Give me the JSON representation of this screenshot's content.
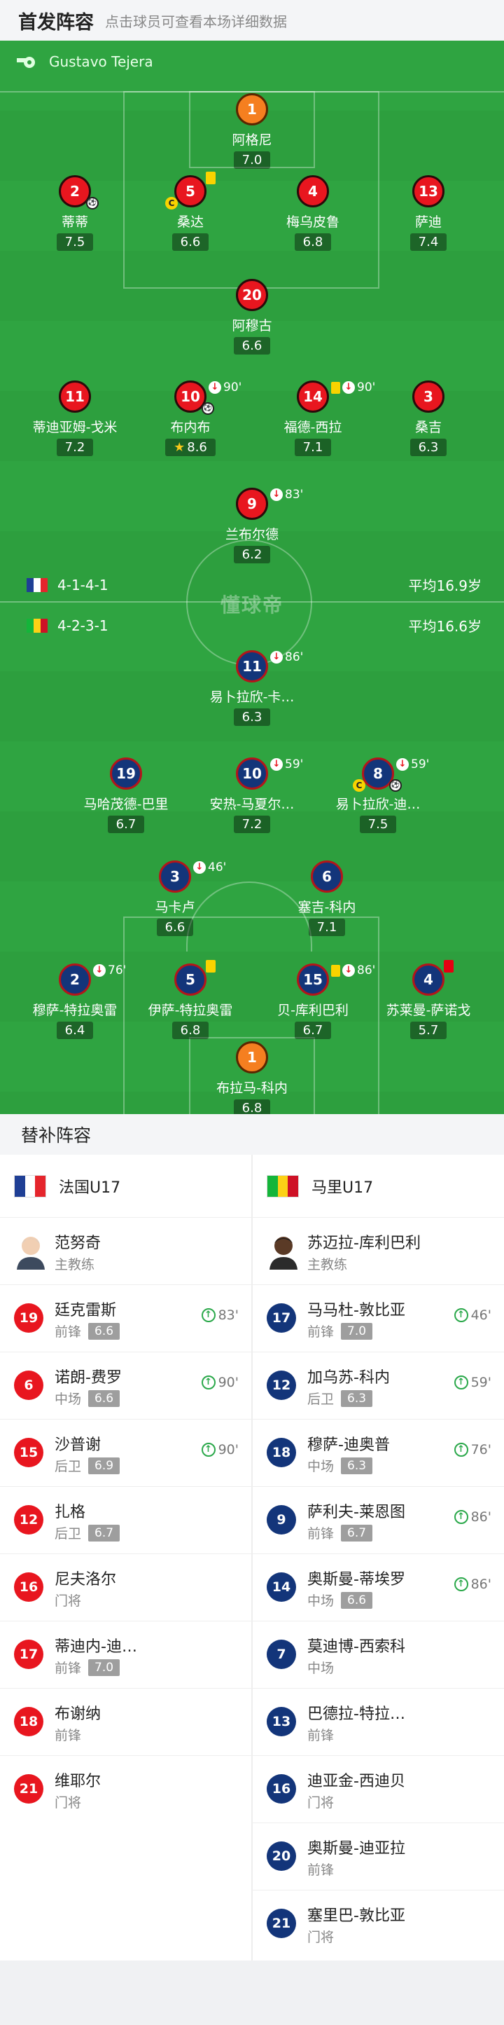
{
  "header": {
    "title": "首发阵容",
    "hint": "点击球员可查看本场详细数据"
  },
  "pitch": {
    "referee": "Gustavo Tejera",
    "watermark": "懂球帝",
    "home": {
      "formation": "4-1-4-1",
      "avg_age": "平均16.9岁",
      "flag": [
        "#1f3f95",
        "#ffffff",
        "#e5252c"
      ]
    },
    "away": {
      "formation": "4-2-3-1",
      "avg_age": "平均16.6岁",
      "flag": [
        "#14b53a",
        "#fcd116",
        "#ce1126"
      ]
    },
    "home_players": [
      {
        "num": "1",
        "name": "阿格尼",
        "rating": "7.0",
        "color": "orange"
      },
      {
        "num": "2",
        "name": "蒂蒂",
        "rating": "7.5",
        "color": "red"
      },
      {
        "num": "5",
        "name": "桑达",
        "rating": "6.6",
        "color": "red"
      },
      {
        "num": "4",
        "name": "梅乌皮鲁",
        "rating": "6.8",
        "color": "red"
      },
      {
        "num": "13",
        "name": "萨迪",
        "rating": "7.4",
        "color": "red"
      },
      {
        "num": "20",
        "name": "阿穆古",
        "rating": "6.6",
        "color": "red"
      },
      {
        "num": "11",
        "name": "蒂迪亚姆-戈米",
        "rating": "7.2",
        "color": "red"
      },
      {
        "num": "10",
        "name": "布内布",
        "rating": "8.6",
        "color": "red",
        "sub": "90'"
      },
      {
        "num": "14",
        "name": "福德-西拉",
        "rating": "7.1",
        "color": "red",
        "sub": "90'"
      },
      {
        "num": "3",
        "name": "桑吉",
        "rating": "6.3",
        "color": "red"
      },
      {
        "num": "9",
        "name": "兰布尔德",
        "rating": "6.2",
        "color": "red",
        "sub": "83'"
      }
    ],
    "away_players": [
      {
        "num": "11",
        "name": "易卜拉欣-卡…",
        "rating": "6.3",
        "sub": "86'"
      },
      {
        "num": "19",
        "name": "马哈茂德-巴里",
        "rating": "6.7"
      },
      {
        "num": "10",
        "name": "安热-马夏尔…",
        "rating": "7.2",
        "sub": "59'"
      },
      {
        "num": "8",
        "name": "易卜拉欣-迪…",
        "rating": "7.5",
        "sub": "59'"
      },
      {
        "num": "3",
        "name": "马卡卢",
        "rating": "6.6",
        "sub": "46'"
      },
      {
        "num": "6",
        "name": "塞吉-科内",
        "rating": "7.1"
      },
      {
        "num": "2",
        "name": "穆萨-特拉奥雷",
        "rating": "6.4",
        "sub": "76'"
      },
      {
        "num": "5",
        "name": "伊萨-特拉奥雷",
        "rating": "6.8"
      },
      {
        "num": "15",
        "name": "贝-库利巴利",
        "rating": "6.7",
        "sub": "86'"
      },
      {
        "num": "4",
        "name": "苏莱曼-萨诺戈",
        "rating": "5.7"
      },
      {
        "num": "1",
        "name": "布拉马-科内",
        "rating": "6.8"
      }
    ]
  },
  "subs": {
    "title": "替补阵容",
    "home": {
      "team": "法国U17",
      "flag": [
        "#1f3f95",
        "#ffffff",
        "#e5252c"
      ],
      "coach": {
        "name": "范努奇",
        "role": "主教练"
      },
      "players": [
        {
          "num": "19",
          "name": "廷克雷斯",
          "pos": "前锋",
          "rating": "6.6",
          "in": "83'"
        },
        {
          "num": "6",
          "name": "诺朗-费罗",
          "pos": "中场",
          "rating": "6.6",
          "in": "90'"
        },
        {
          "num": "15",
          "name": "沙普谢",
          "pos": "后卫",
          "rating": "6.9",
          "in": "90'"
        },
        {
          "num": "12",
          "name": "扎格",
          "pos": "后卫",
          "rating": "6.7"
        },
        {
          "num": "16",
          "name": "尼夫洛尔",
          "pos": "门将"
        },
        {
          "num": "17",
          "name": "蒂迪内-迪…",
          "pos": "前锋",
          "rating": "7.0"
        },
        {
          "num": "18",
          "name": "布谢纳",
          "pos": "前锋"
        },
        {
          "num": "21",
          "name": "维耶尔",
          "pos": "门将"
        }
      ]
    },
    "away": {
      "team": "马里U17",
      "flag": [
        "#14b53a",
        "#fcd116",
        "#ce1126"
      ],
      "coach": {
        "name": "苏迈拉-库利巴利",
        "role": "主教练"
      },
      "players": [
        {
          "num": "17",
          "name": "马马杜-敦比亚",
          "pos": "前锋",
          "rating": "7.0",
          "in": "46'"
        },
        {
          "num": "12",
          "name": "加乌苏-科内",
          "pos": "后卫",
          "rating": "6.3",
          "in": "59'"
        },
        {
          "num": "18",
          "name": "穆萨-迪奥普",
          "pos": "中场",
          "rating": "6.3",
          "in": "76'"
        },
        {
          "num": "9",
          "name": "萨利夫-莱恩图",
          "pos": "前锋",
          "rating": "6.7",
          "in": "86'"
        },
        {
          "num": "14",
          "name": "奥斯曼-蒂埃罗",
          "pos": "中场",
          "rating": "6.6",
          "in": "86'"
        },
        {
          "num": "7",
          "name": "莫迪博-西索科",
          "pos": "中场"
        },
        {
          "num": "13",
          "name": "巴德拉-特拉…",
          "pos": "前锋"
        },
        {
          "num": "16",
          "name": "迪亚金-西迪贝",
          "pos": "门将"
        },
        {
          "num": "20",
          "name": "奥斯曼-迪亚拉",
          "pos": "前锋"
        },
        {
          "num": "21",
          "name": "塞里巴-敦比亚",
          "pos": "门将"
        }
      ]
    }
  }
}
